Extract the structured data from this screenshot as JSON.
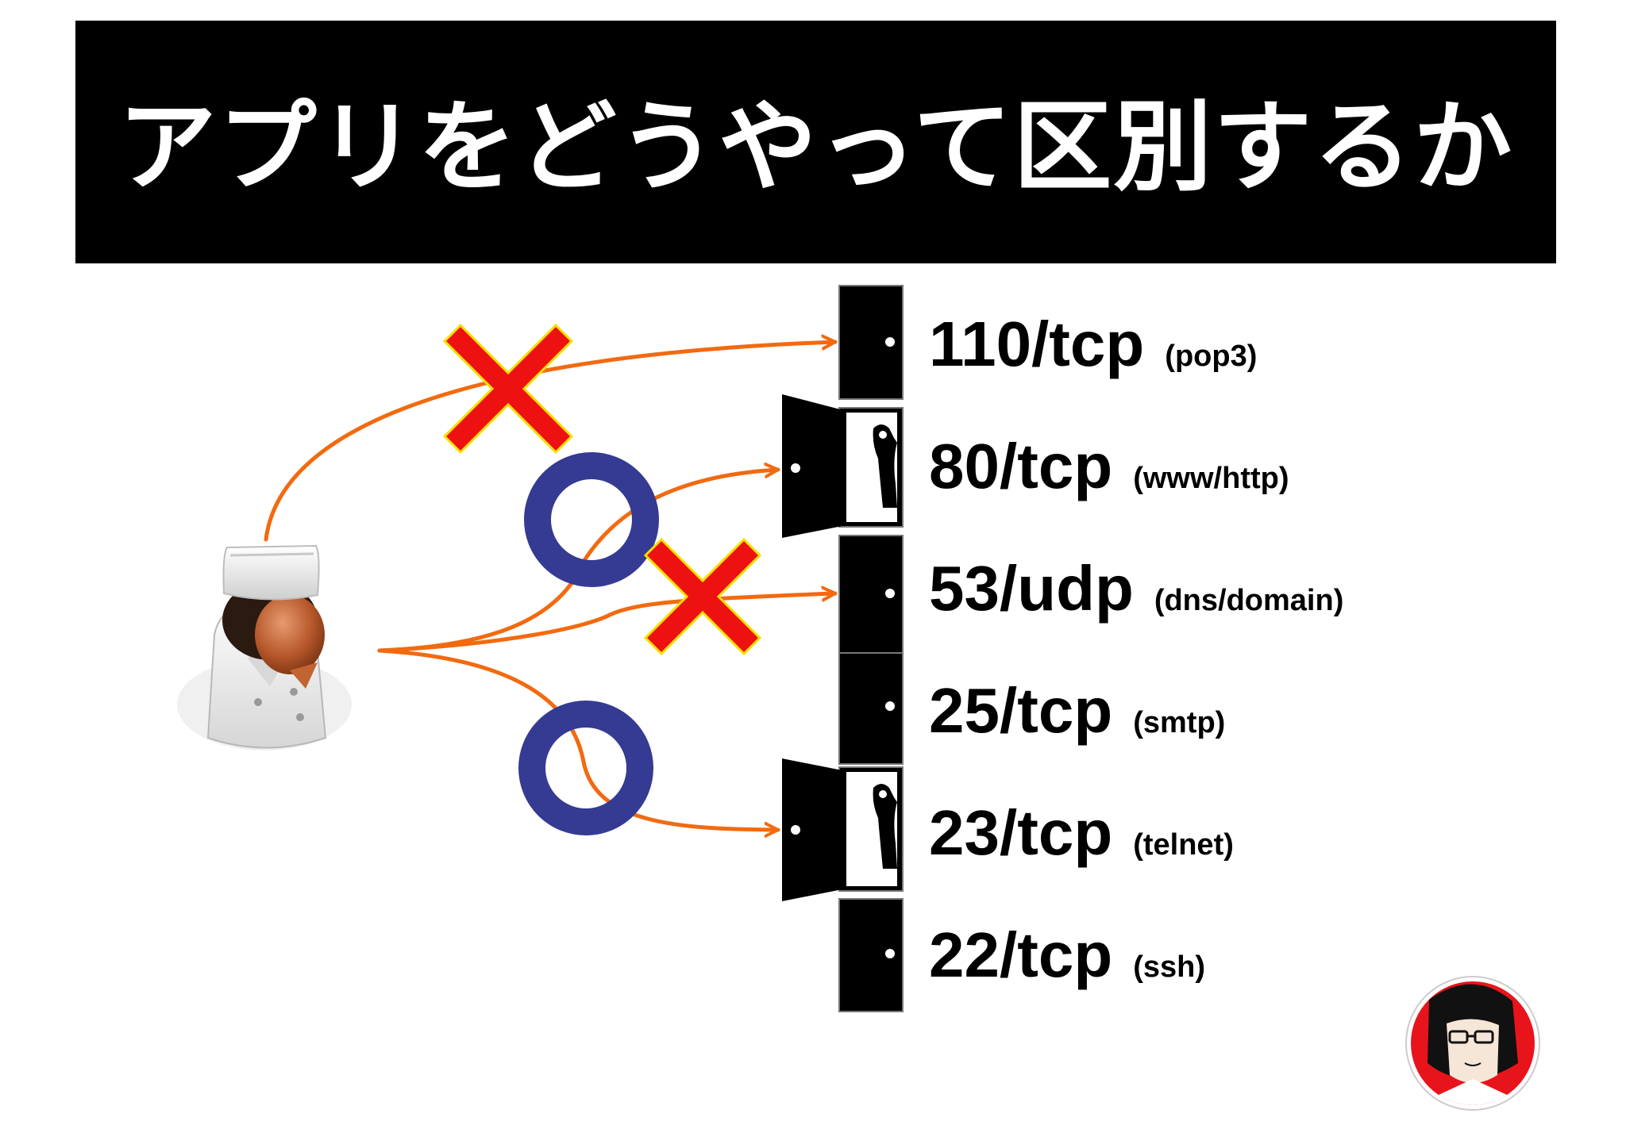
{
  "slide": {
    "title": "アプリをどうやって区別するか"
  },
  "ports": [
    {
      "label": "110/tcp",
      "service": "(pop3)",
      "door": "closed",
      "verdict": "cross"
    },
    {
      "label": "80/tcp",
      "service": "(www/http)",
      "door": "open",
      "verdict": "circle"
    },
    {
      "label": "53/udp",
      "service": "(dns/domain)",
      "door": "closed",
      "verdict": "cross"
    },
    {
      "label": "25/tcp",
      "service": "(smtp)",
      "door": "closed",
      "verdict": "none"
    },
    {
      "label": "23/tcp",
      "service": "(telnet)",
      "door": "open",
      "verdict": "circle"
    },
    {
      "label": "22/tcp",
      "service": "(ssh)",
      "door": "closed",
      "verdict": "none"
    }
  ],
  "colors": {
    "arrow": "#f26a10",
    "cross": "#ee1111",
    "cross_outline": "#f5e000",
    "circle": "#353a92",
    "door": "#000000",
    "title_bg": "#000000",
    "title_fg": "#ffffff",
    "avatar_bg": "#e8141c"
  },
  "icons": {
    "client": "chef-person-icon",
    "logo": "author-avatar-icon"
  }
}
